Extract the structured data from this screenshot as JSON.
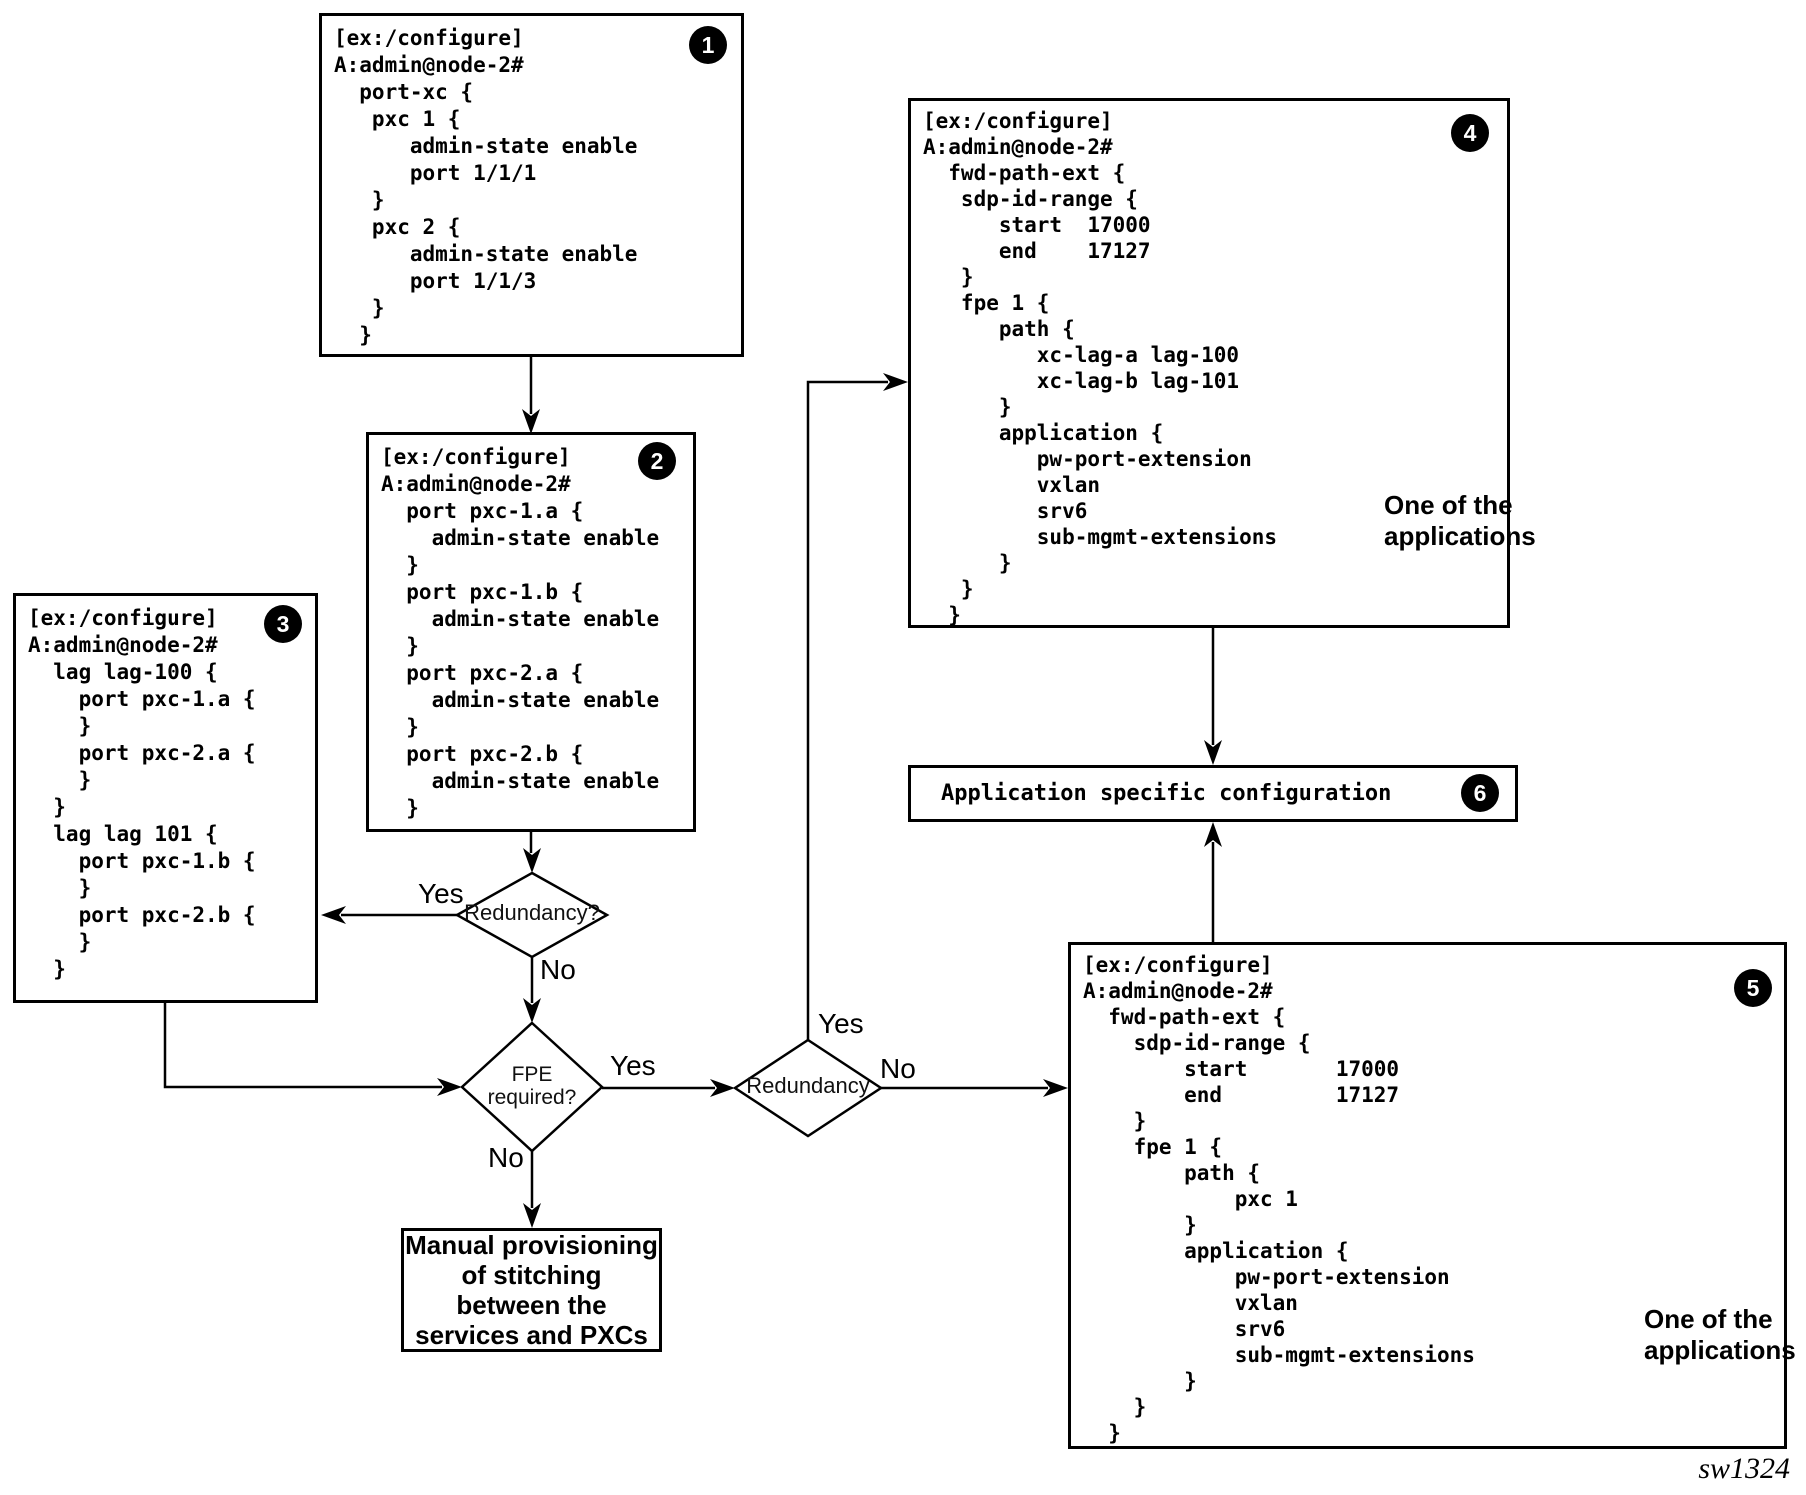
{
  "figure_id": "sw1324",
  "badges": {
    "b1": "1",
    "b2": "2",
    "b3": "3",
    "b4": "4",
    "b5": "5",
    "b6": "6"
  },
  "code_boxes": {
    "box1": "[ex:/configure]\nA:admin@node-2#\n  port-xc {\n   pxc 1 {\n      admin-state enable\n      port 1/1/1\n   }\n   pxc 2 {\n      admin-state enable\n      port 1/1/3\n   }\n  }",
    "box2": "[ex:/configure]\nA:admin@node-2#\n  port pxc-1.a {\n    admin-state enable\n  }\n  port pxc-1.b {\n    admin-state enable\n  }\n  port pxc-2.a {\n    admin-state enable\n  }\n  port pxc-2.b {\n    admin-state enable\n  }",
    "box3": "[ex:/configure]\nA:admin@node-2#\n  lag lag-100 {\n    port pxc-1.a {\n    }\n    port pxc-2.a {\n    }\n  }\n  lag lag 101 {\n    port pxc-1.b {\n    }\n    port pxc-2.b {\n    }\n  }",
    "box4": "[ex:/configure]\nA:admin@node-2#\n  fwd-path-ext {\n   sdp-id-range {\n      start  17000\n      end    17127\n   }\n   fpe 1 {\n      path {\n         xc-lag-a lag-100\n         xc-lag-b lag-101\n      }\n      application {\n         pw-port-extension\n         vxlan\n         srv6\n         sub-mgmt-extensions\n      }\n   }\n  }",
    "box5": "[ex:/configure]\nA:admin@node-2#\n  fwd-path-ext {\n    sdp-id-range {\n        start       17000\n        end         17127\n    }\n    fpe 1 {\n        path {\n            pxc 1\n        }\n        application {\n            pw-port-extension\n            vxlan\n            srv6\n            sub-mgmt-extensions\n        }\n    }\n  }"
  },
  "process_boxes": {
    "app_specific": "Application specific configuration",
    "manual_provisioning": "Manual provisioning\nof stitching\nbetween the\nservices and PXCs"
  },
  "decisions": {
    "redundancy_1": "Redundancy?",
    "fpe_required": "FPE\nrequired?",
    "redundancy_2": "Redundancy"
  },
  "branch_labels": {
    "redundancy_1_yes": "Yes",
    "redundancy_1_no": "No",
    "fpe_yes": "Yes",
    "fpe_no": "No",
    "redundancy_2_yes": "Yes",
    "redundancy_2_no": "No"
  },
  "annotations": {
    "one_of_apps_fpe": "One of the\napplications",
    "one_of_apps_pxc": "One of the\napplications"
  },
  "colors": {
    "line": "#000000",
    "badge_bg": "#000000",
    "badge_text": "#ffffff",
    "background": "#ffffff"
  }
}
